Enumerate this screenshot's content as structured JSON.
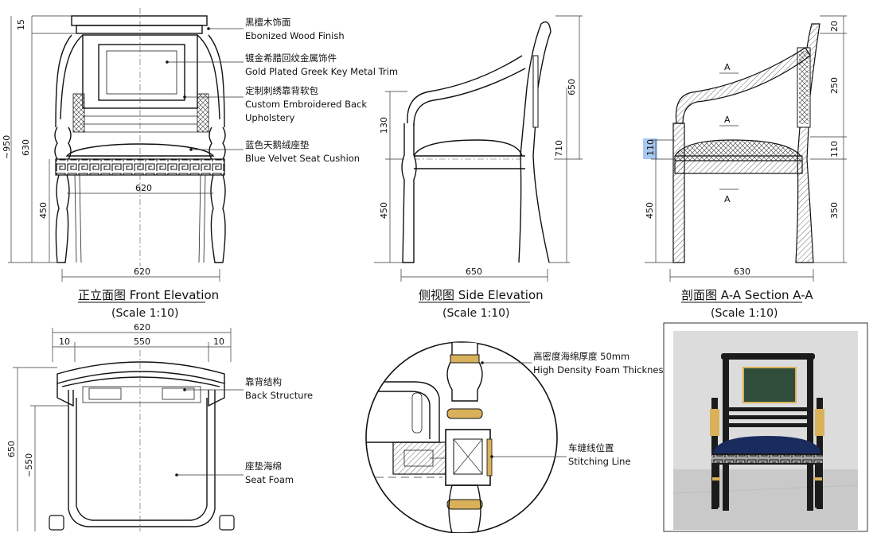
{
  "front": {
    "caption": "正立面图 Front Elevation",
    "scale": "(Scale 1:10)",
    "dims": {
      "d15": "15",
      "d950": "~950",
      "d630": "630",
      "d450": "450",
      "d620a": "620",
      "d620b": "620"
    },
    "callouts": [
      {
        "zh": "黑檀木饰面",
        "en": "Ebonized Wood Finish"
      },
      {
        "zh": "镀金希腊回纹金属饰件",
        "en": "Gold Plated Greek Key Metal Trim"
      },
      {
        "zh": "定制刺绣靠背软包",
        "en": "Custom Embroidered Back",
        "en2": "Upholstery"
      },
      {
        "zh": "蓝色天鹅绒座垫",
        "en": "Blue Velvet Seat Cushion"
      }
    ]
  },
  "side": {
    "caption": "侧视图 Side Elevation",
    "scale": "(Scale 1:10)",
    "dims": {
      "d130": "130",
      "d450": "450",
      "d650h": "650",
      "d710": "710",
      "d650w": "650"
    }
  },
  "section": {
    "caption": "剖面图 A-A Section A-A",
    "scale": "(Scale 1:10)",
    "marker": "A",
    "dims": {
      "d110l": "110",
      "d450": "450",
      "d20": "20",
      "d250": "250",
      "d110r": "110",
      "d350": "350",
      "d630": "630"
    }
  },
  "plan": {
    "dims": {
      "d620": "620",
      "d10a": "10",
      "d550": "550",
      "d10b": "10",
      "d650": "650",
      "d550v": "~550"
    },
    "callouts": [
      {
        "zh": "靠背结构",
        "en": "Back Structure"
      },
      {
        "zh": "座垫海绵",
        "en": "Seat Foam"
      }
    ]
  },
  "detail": {
    "callouts": [
      {
        "zh": "高密度海绵厚度 50mm",
        "en": "High Density Foam Thickness"
      },
      {
        "zh": "车缝线位置",
        "en": "Stitching Line"
      }
    ]
  },
  "colors": {
    "gold": "#d9b15a",
    "navy": "#1a2b5e",
    "ebony": "#1b1b1b",
    "highlight": "#a9c8f0"
  }
}
